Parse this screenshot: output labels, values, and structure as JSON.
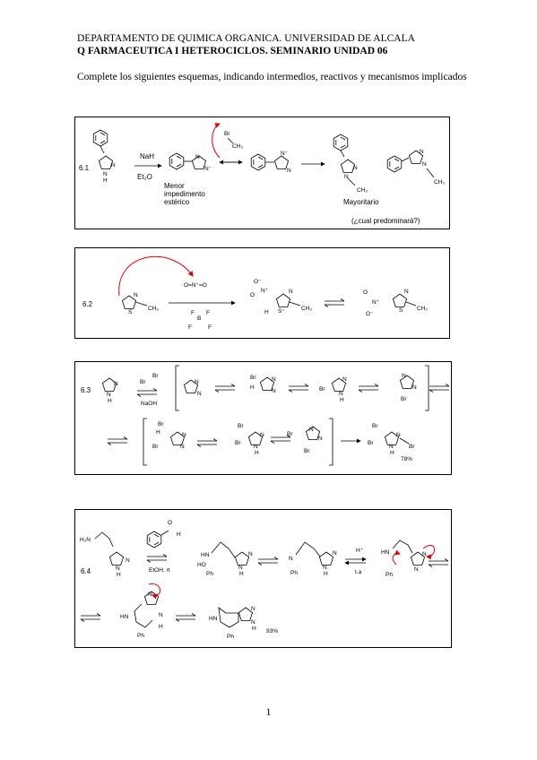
{
  "header": {
    "line1": "DEPARTAMENTO DE QUIMICA ORGANICA. UNIVERSIDAD DE ALCALA",
    "line2": "Q FARMACEUTICA I HETEROCICLOS. SEMINARIO UNIDAD 06"
  },
  "intro": "Complete los siguientes esquemas, indicando intermedios, reactivos y mecanismos implicados",
  "s61": {
    "num": "6.1",
    "reagent1": "NaH",
    "reagent2": "Et₂O",
    "br": "Br",
    "ch3": "CH₃",
    "menor1": "Menor",
    "menor2": "impedimento",
    "menor3": "estérico",
    "mayor": "Mayoritario",
    "question": "(¿cual predominará?)",
    "n": "N",
    "nh": "N",
    "h": "H",
    "nminus": "N⁻"
  },
  "s62": {
    "num": "6.2",
    "s": "S",
    "n": "N",
    "ch3": "CH₃",
    "no2": "O=N⁺=O",
    "o": "O",
    "nplus": "N⁺",
    "h": "H",
    "splus": "S⁺",
    "bf4_b": "B",
    "bf4_f": "F",
    "ominus": "O⁻"
  },
  "s63": {
    "num": "6.3",
    "br2": "Br",
    "naoh": "NaOH",
    "br": "Br",
    "n": "N",
    "h": "H",
    "yield": "78%"
  },
  "s64": {
    "num": "6.4",
    "h2n": "H₂N",
    "n": "N",
    "h": "H",
    "o": "O",
    "etoh": "EtOH, rt",
    "hn": "HN",
    "ho": "HO",
    "ph": "Ph",
    "hplus": "H⁺",
    "ta": "t.a",
    "yield": "93%"
  },
  "page": "1"
}
